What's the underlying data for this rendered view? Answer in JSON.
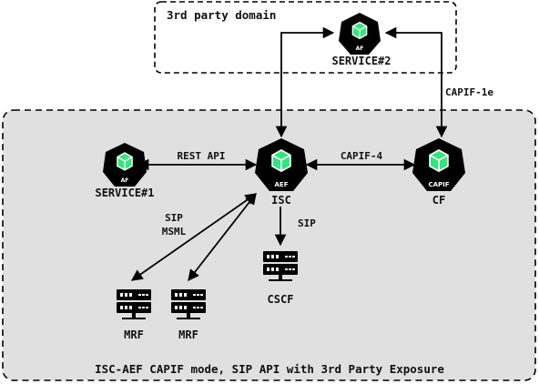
{
  "domains": {
    "third_party": {
      "label": "3rd party domain"
    },
    "operator": {
      "label": "ISC-AEF CAPIF mode, SIP API with 3rd Party Exposure"
    }
  },
  "nodes": {
    "service2": {
      "label": "SERVICE#2",
      "badge": "AF",
      "icon": "cube-hexagon-icon"
    },
    "service1": {
      "label": "SERVICE#1",
      "badge": "AF",
      "icon": "cube-hexagon-icon"
    },
    "isc": {
      "label": "ISC",
      "badge": "AEF",
      "icon": "cube-hexagon-icon"
    },
    "cf": {
      "label": "CF",
      "badge": "CAPIF",
      "icon": "cube-hexagon-icon"
    },
    "cscf": {
      "label": "CSCF",
      "icon": "server-stack-icon"
    },
    "mrf1": {
      "label": "MRF",
      "icon": "server-stack-icon"
    },
    "mrf2": {
      "label": "MRF",
      "icon": "server-stack-icon"
    }
  },
  "edges": {
    "rest_api": {
      "label": "REST API"
    },
    "capif4": {
      "label": "CAPIF-4"
    },
    "capif1e": {
      "label": "CAPIF-1e"
    },
    "sip": {
      "label": "SIP"
    },
    "sip_msml": {
      "line1": "SIP",
      "line2": "MSML"
    }
  },
  "colors": {
    "accent": "#2ee87a",
    "operator_bg": "#e0e0e0",
    "stroke": "#000000"
  }
}
